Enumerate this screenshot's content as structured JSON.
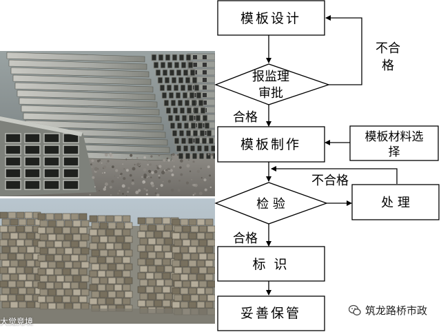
{
  "flow": {
    "design": "模板设计",
    "approval_line1": "报监理",
    "approval_line2": "审批",
    "production": "模板制作",
    "material_line1": "模板材料选",
    "material_line2": "择",
    "inspection": "检 验",
    "handling": "处 理",
    "marking": "标 识",
    "storage": "妥善保管",
    "fail_top_line1": "不合",
    "fail_top_line2": "格",
    "pass_1": "合格",
    "fail_mid": "不合格",
    "pass_2": "合格"
  },
  "photos": {
    "top": "steel-formwork-stack",
    "bottom": "timber-stacks"
  },
  "watermark": "大觉竞境",
  "brand": {
    "icon": "wechat-icon",
    "name": "筑龙路桥市政"
  },
  "colors": {
    "stroke": "#000000",
    "fill": "#ffffff"
  }
}
